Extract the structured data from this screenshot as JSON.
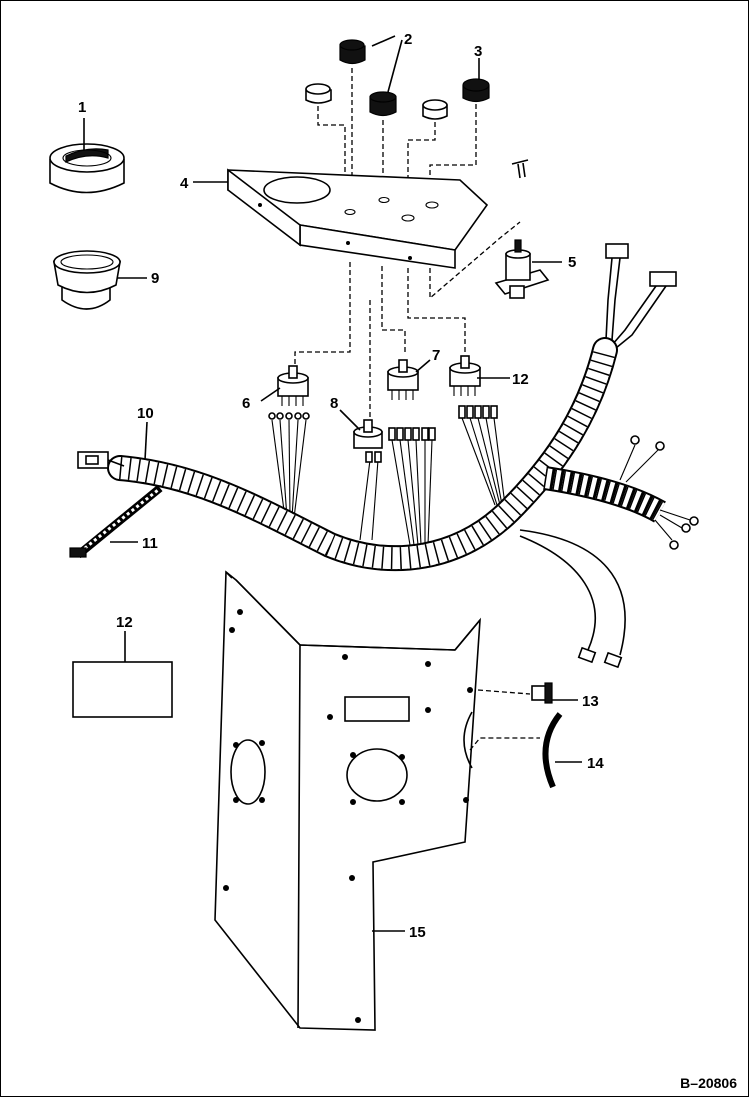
{
  "figure_id": "B–20806",
  "callouts": {
    "c1": "1",
    "c2": "2",
    "c3": "3",
    "c4": "4",
    "c5": "5",
    "c6": "6",
    "c7": "7",
    "c8": "8",
    "c9": "9",
    "c10": "10",
    "c11": "11",
    "c12": "12",
    "c12b": "12",
    "c13": "13",
    "c14": "14",
    "c15": "15"
  }
}
